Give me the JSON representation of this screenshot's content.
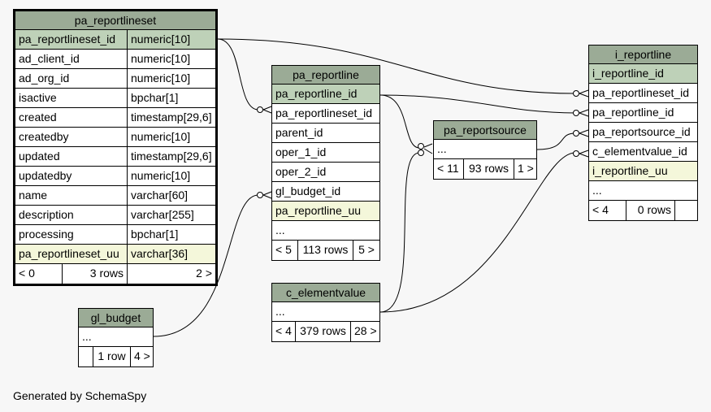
{
  "tables": {
    "pa_reportlineset": {
      "name": "pa_reportlineset",
      "columns": [
        {
          "name": "pa_reportlineset_id",
          "type": "numeric[10]"
        },
        {
          "name": "ad_client_id",
          "type": "numeric[10]"
        },
        {
          "name": "ad_org_id",
          "type": "numeric[10]"
        },
        {
          "name": "isactive",
          "type": "bpchar[1]"
        },
        {
          "name": "created",
          "type": "timestamp[29,6]"
        },
        {
          "name": "createdby",
          "type": "numeric[10]"
        },
        {
          "name": "updated",
          "type": "timestamp[29,6]"
        },
        {
          "name": "updatedby",
          "type": "numeric[10]"
        },
        {
          "name": "name",
          "type": "varchar[60]"
        },
        {
          "name": "description",
          "type": "varchar[255]"
        },
        {
          "name": "processing",
          "type": "bpchar[1]"
        },
        {
          "name": "pa_reportlineset_uu",
          "type": "varchar[36]"
        }
      ],
      "footer": {
        "parents": "< 0",
        "rows": "3 rows",
        "children": "2 >"
      }
    },
    "pa_reportline": {
      "name": "pa_reportline",
      "columns": [
        "pa_reportline_id",
        "pa_reportlineset_id",
        "parent_id",
        "oper_1_id",
        "oper_2_id",
        "gl_budget_id",
        "pa_reportline_uu",
        "..."
      ],
      "footer": {
        "parents": "< 5",
        "rows": "113 rows",
        "children": "5 >"
      }
    },
    "pa_reportsource": {
      "name": "pa_reportsource",
      "columns": [
        "..."
      ],
      "footer": {
        "parents": "< 11",
        "rows": "93 rows",
        "children": "1 >"
      }
    },
    "i_reportline": {
      "name": "i_reportline",
      "columns": [
        "i_reportline_id",
        "pa_reportlineset_id",
        "pa_reportline_id",
        "pa_reportsource_id",
        "c_elementvalue_id",
        "i_reportline_uu",
        "..."
      ],
      "footer": {
        "parents": "< 4",
        "rows": "0 rows",
        "children": ""
      }
    },
    "gl_budget": {
      "name": "gl_budget",
      "columns": [
        "..."
      ],
      "footer": {
        "parents": "",
        "rows": "1 row",
        "children": "4 >"
      }
    },
    "c_elementvalue": {
      "name": "c_elementvalue",
      "columns": [
        "..."
      ],
      "footer": {
        "parents": "< 4",
        "rows": "379 rows",
        "children": "28 >"
      }
    }
  },
  "colors": {
    "header": "#9bab96",
    "primary_key": "#bed1b8",
    "unique_key": "#f4f7da"
  },
  "footer_text": "Generated by SchemaSpy"
}
